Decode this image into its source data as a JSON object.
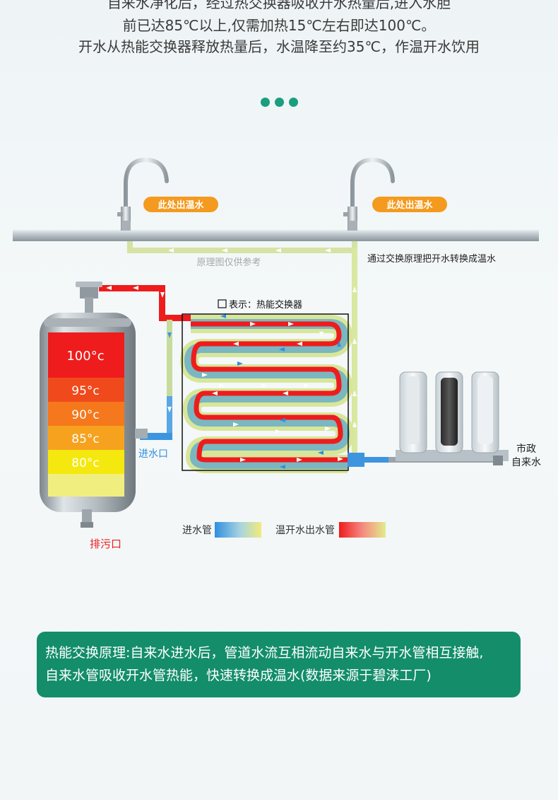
{
  "intro": {
    "line1": "自来水净化后，经过热交换器吸收开水热量后,进入水胆",
    "line2": "前已达85℃以上,仅需加热15℃左右即达100℃。",
    "line3": "开水从热能交换器释放热量后，水温降至约35℃，作温开水饮用"
  },
  "diagram": {
    "faucet_badge_left": "此处出温水",
    "faucet_badge_right": "此处出温水",
    "reference_note": "原理图仅供参考",
    "exchange_note": "通过交换原理把开水转换成温水",
    "exchanger_legend": "表示：热能交换器",
    "inlet_label": "进水口",
    "drain_label": "排污口",
    "municipal_line1": "市政",
    "municipal_line2": "自来水",
    "temperatures": [
      "100°c",
      "95°c",
      "90°c",
      "85°c",
      "80°c"
    ],
    "legend_inlet": "进水管",
    "legend_outlet": "温开水出水管"
  },
  "colors": {
    "accent_green": "#138d6a",
    "dot_green": "#1a9e7e",
    "hot_red": "#ee1c1c",
    "cold_blue": "#2f8fe0",
    "warm_yellow": "#f0e860",
    "badge_orange": "#f49a1e"
  },
  "info_box": {
    "line1": "热能交换原理:自来水进水后，管道水流互相流动自来水与开水管相互接触,",
    "line2": "自来水管吸收开水管热能，快速转换成温水(数据来源于碧涞工厂)"
  }
}
